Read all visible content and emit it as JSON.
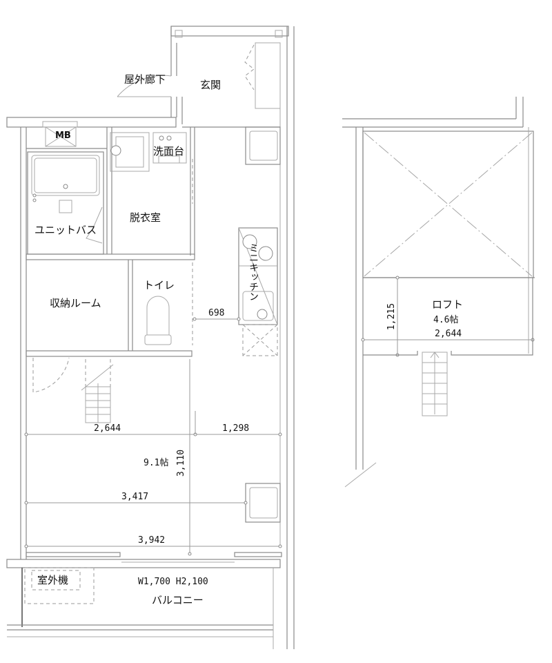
{
  "floor_plan": {
    "main_floor": {
      "rooms": {
        "outdoor_corridor": "屋外廊下",
        "entrance": "玄関",
        "meter_box": "MB",
        "washstand": "洗面台",
        "unit_bath": "ユニットバス",
        "dressing_room": "脱衣室",
        "mini_kitchen": "ミニキッチン",
        "storage_room": "収納ルーム",
        "toilet": "トイレ",
        "main_room_size": "9.1帖",
        "outdoor_unit": "室外機",
        "balcony": "バルコニー"
      },
      "dimensions": {
        "kitchen_gap": "698",
        "width_left": "2,644",
        "width_right": "1,298",
        "depth": "3,110",
        "width_mid": "3,417",
        "width_full": "3,942",
        "window": "W1,700 H2,100"
      }
    },
    "loft": {
      "name": "ロフト",
      "size": "4.6帖",
      "depth": "1,215",
      "width": "2,644"
    }
  }
}
